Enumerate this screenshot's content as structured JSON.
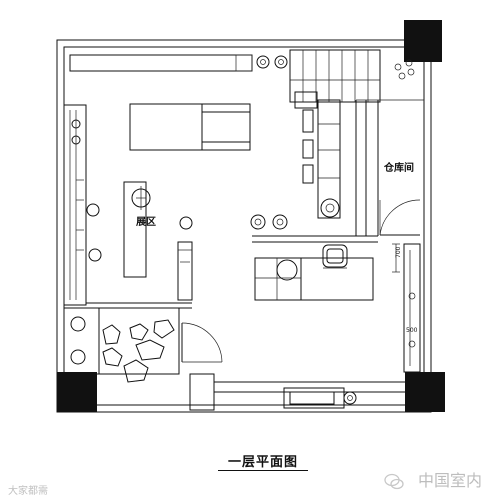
{
  "labels": {
    "showroom": "展区",
    "storage": "仓库间",
    "dim_700": "700",
    "dim_bottom": "500"
  },
  "title": "一层平面图",
  "watermark": {
    "main": "中国室内",
    "small": "大家都需"
  }
}
